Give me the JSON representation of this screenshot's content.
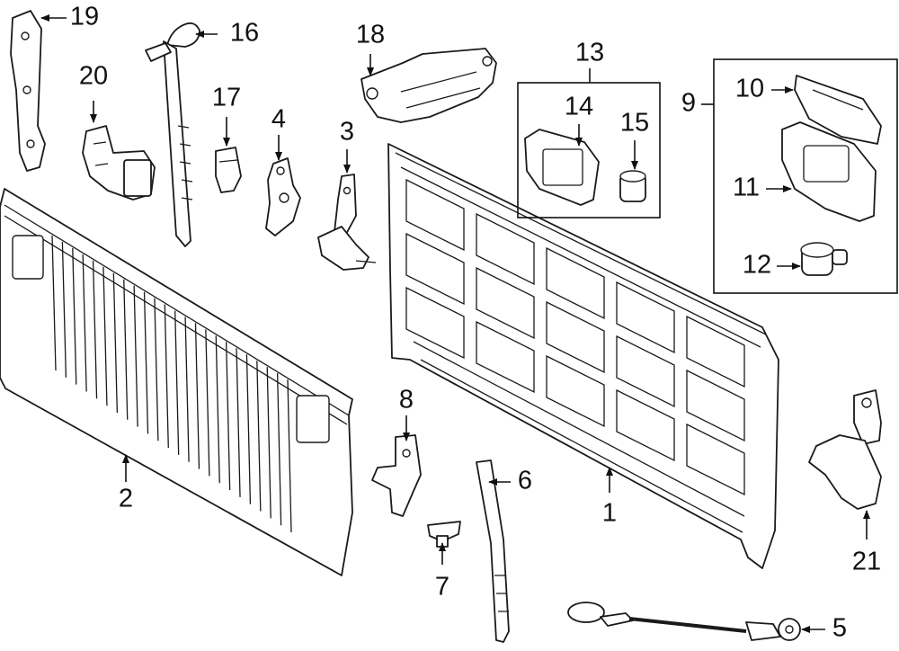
{
  "callouts": {
    "c1": "1",
    "c2": "2",
    "c3": "3",
    "c4": "4",
    "c5": "5",
    "c6": "6",
    "c7": "7",
    "c8": "8",
    "c9": "9",
    "c10": "10",
    "c11": "11",
    "c12": "12",
    "c13": "13",
    "c14": "14",
    "c15": "15",
    "c16": "16",
    "c17": "17",
    "c18": "18",
    "c19": "19",
    "c20": "20",
    "c21": "21"
  },
  "colors": {
    "line": "#1a1a1a",
    "background": "#ffffff"
  }
}
